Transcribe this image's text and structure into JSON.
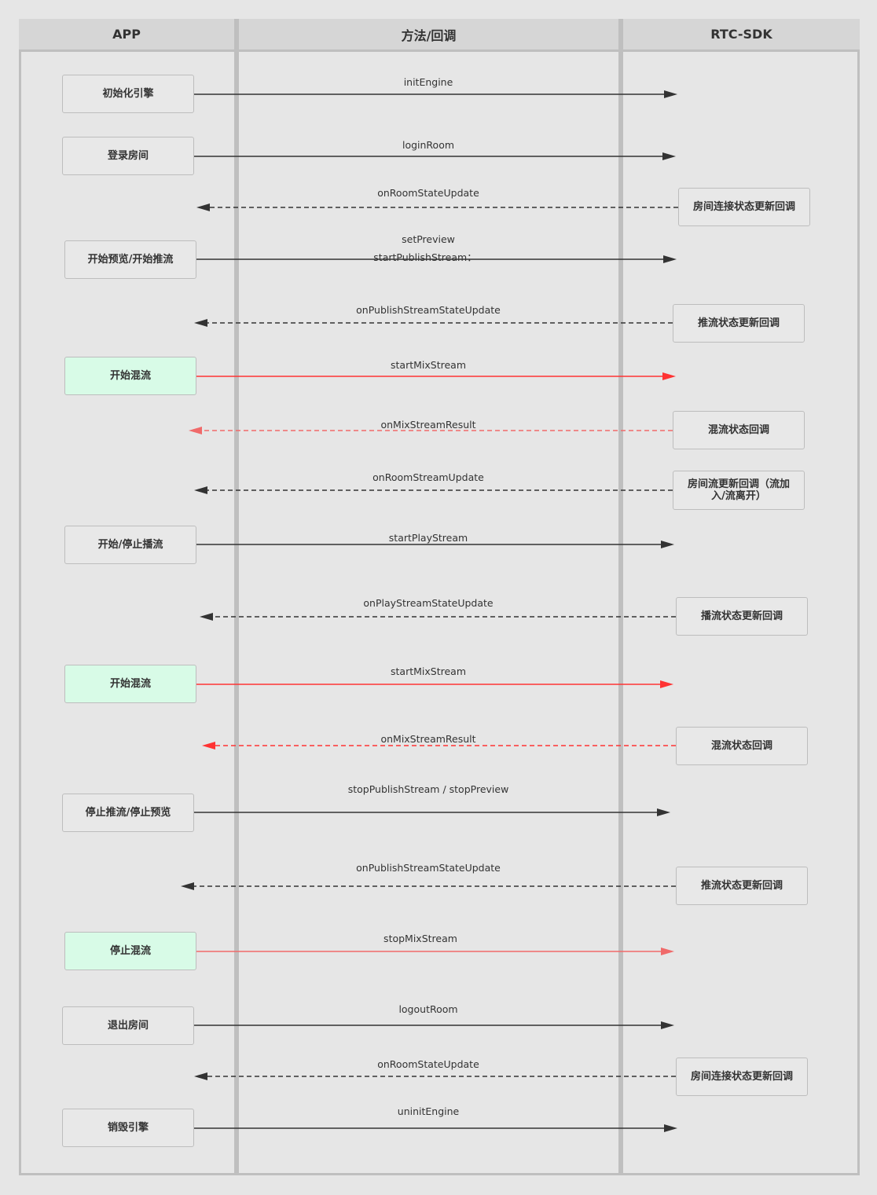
{
  "lanes": {
    "app": "APP",
    "method": "方法/回调",
    "sdk": "RTC-SDK"
  },
  "steps": [
    {
      "app_box": "初始化引擎",
      "label": "initEngine",
      "direction": "call",
      "color": "dark"
    },
    {
      "app_box": "登录房间",
      "label": "loginRoom",
      "direction": "call",
      "color": "dark"
    },
    {
      "sdk_box": "房间连接状态更新回调",
      "label": "onRoomStateUpdate",
      "direction": "callback",
      "color": "dark"
    },
    {
      "app_box": "开始预览/开始推流",
      "label": "setPreview",
      "label2": "startPublishStream：",
      "direction": "call",
      "color": "dark"
    },
    {
      "sdk_box": "推流状态更新回调",
      "label": "onPublishStreamStateUpdate",
      "direction": "callback",
      "color": "dark"
    },
    {
      "app_box": "开始混流",
      "label": "startMixStream",
      "direction": "call",
      "color": "red",
      "highlight": true
    },
    {
      "sdk_box": "混流状态回调",
      "label": "onMixStreamResult",
      "direction": "callback",
      "color": "lightred"
    },
    {
      "sdk_box": "房间流更新回调（流加入/流离开）",
      "label": "onRoomStreamUpdate",
      "direction": "callback",
      "color": "dark"
    },
    {
      "app_box": "开始/停止播流",
      "label": "startPlayStream",
      "direction": "call",
      "color": "dark"
    },
    {
      "sdk_box": "播流状态更新回调",
      "label": "onPlayStreamStateUpdate",
      "direction": "callback",
      "color": "dark"
    },
    {
      "app_box": "开始混流",
      "label": "startMixStream",
      "direction": "call",
      "color": "red",
      "highlight": true
    },
    {
      "sdk_box": "混流状态回调",
      "label": "onMixStreamResult",
      "direction": "callback",
      "color": "red"
    },
    {
      "app_box": "停止推流/停止预览",
      "label": "stopPublishStream  / stopPreview",
      "direction": "call",
      "color": "dark"
    },
    {
      "sdk_box": "推流状态更新回调",
      "label": "onPublishStreamStateUpdate",
      "direction": "callback",
      "color": "dark"
    },
    {
      "app_box": "停止混流",
      "label": "stopMixStream",
      "direction": "call",
      "color": "lightred",
      "highlight": true
    },
    {
      "app_box": "退出房间",
      "label": "logoutRoom",
      "direction": "call",
      "color": "dark"
    },
    {
      "sdk_box": "房间连接状态更新回调",
      "label": "onRoomStateUpdate",
      "direction": "callback",
      "color": "dark"
    },
    {
      "app_box": "销毁引擎",
      "label": "uninitEngine",
      "direction": "call",
      "color": "dark"
    }
  ],
  "colors": {
    "dark": "#333333",
    "red": "#ff3333",
    "lightred": "#f06a6a",
    "box_mix": "#d8fbe7"
  }
}
